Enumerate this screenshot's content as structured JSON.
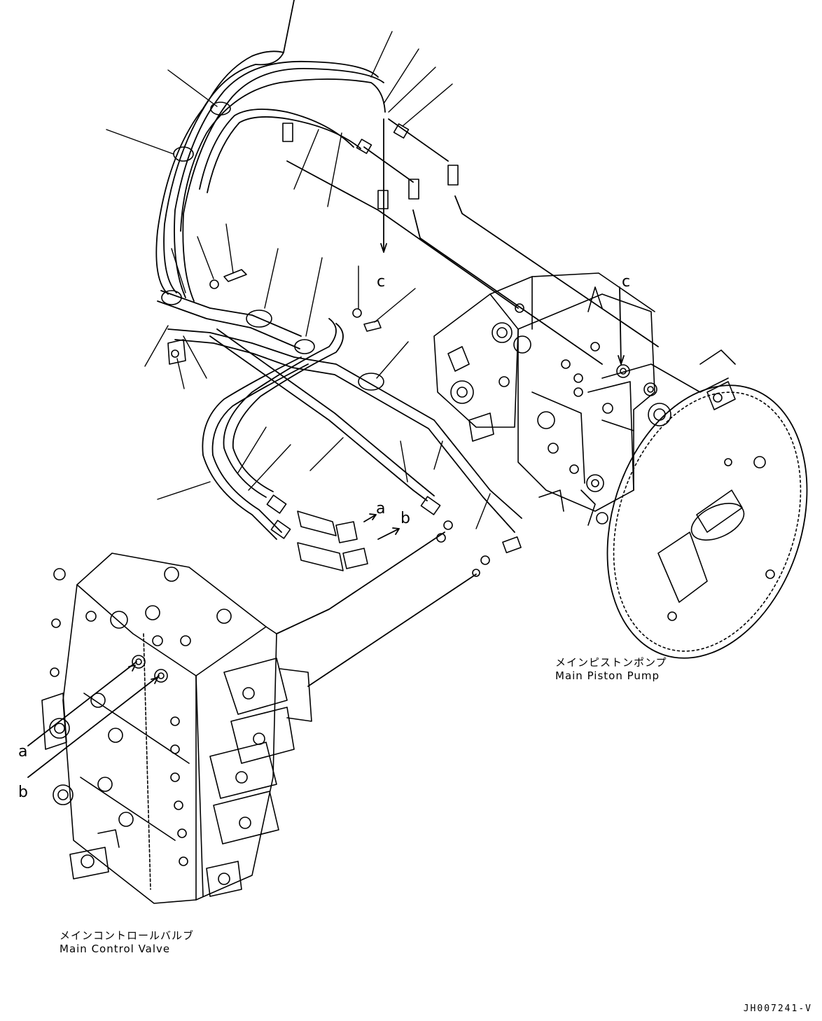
{
  "labels": {
    "a_pump": "a",
    "b_pump": "b",
    "c_top": "c",
    "c_pump": "c",
    "a_valve": "a",
    "b_valve": "b"
  },
  "pump_caption": {
    "jp": "メインピストンポンプ",
    "en": "Main Piston Pump"
  },
  "valve_caption": {
    "jp": "メインコントロールバルブ",
    "en": "Main Control Valve"
  },
  "drawing_id": "JH007241-V"
}
